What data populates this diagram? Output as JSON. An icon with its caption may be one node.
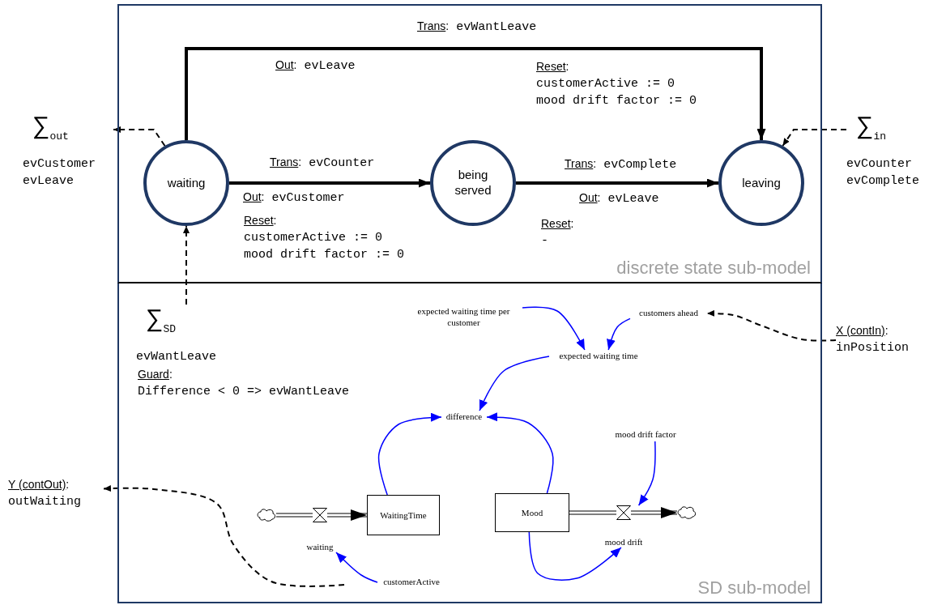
{
  "diagram": {
    "nodes": [
      {
        "text": [
          "discrete state sub-model"
        ]
      },
      {
        "text": [
          "SD sub-model"
        ]
      },
      {
        "text": [
          "waiting"
        ],
        "in": 0
      },
      {
        "text": [
          "being served"
        ],
        "in": 0
      },
      {
        "text": [
          "leaving"
        ],
        "in": 0
      },
      {
        "text": [
          "∑$_{out}$",
          "evCustomer evLeave"
        ]
      },
      {
        "text": [
          "∑$_{in}$",
          "evCounter evComplete"
        ]
      },
      {
        "text": [
          "∑$_{SD}$",
          "evWantLeave"
        ],
        "in": 1
      },
      {
        "text": [
          "expected waiting time per customer"
        ],
        "in": 1
      },
      {
        "text": [
          "customers ahead"
        ],
        "in": 1
      },
      {
        "text": [
          "expected waiting time"
        ],
        "in": 1
      },
      {
        "text": [
          "difference"
        ],
        "in": 1
      },
      {
        "text": [
          "WaitingTime"
        ],
        "in": 1
      },
      {
        "text": [
          "Mood"
        ],
        "in": 1
      },
      {
        "text": [
          "mood drift factor"
        ],
        "in": 1
      },
      {
        "text": [],
        "shape": "cloud",
        "in": 1
      },
      {
        "text": [],
        "shape": "cloud",
        "in": 1
      },
      {
        "text": [
          "waiting"
        ],
        "in": 1
      },
      {
        "text": [
          "mood drift"
        ],
        "in": 1
      },
      {
        "text": [
          "customerActive"
        ],
        "in": 1
      },
      {
        "text": [
          "X (contIn): inPosition"
        ]
      },
      {
        "text": [
          "Y (contOut): outWaiting"
        ]
      }
    ],
    "edges": [
      {
        "from": 2,
        "to": 4,
        "arrow": "to",
        "label": "Trans: evWantLeave",
        "style": "thick"
      },
      {
        "from": 2,
        "to": 3,
        "arrow": "to",
        "label": "Trans: evCounter",
        "style": "thick"
      },
      {
        "from": 3,
        "to": 4,
        "arrow": "to",
        "label": "Trans: evComplete",
        "style": "thick"
      },
      {
        "from": 2,
        "to": 5,
        "arrow": "to",
        "style": "dashed"
      },
      {
        "from": 6,
        "to": 4,
        "arrow": "to",
        "style": "dashed"
      },
      {
        "from": 7,
        "to": 2,
        "arrow": "to",
        "style": "dashed"
      },
      {
        "from": 8,
        "to": 10,
        "arrow": "to",
        "color": "#0000ff"
      },
      {
        "from": 9,
        "to": 10,
        "arrow": "to",
        "color": "#0000ff"
      },
      {
        "from": 10,
        "to": 11,
        "arrow": "to",
        "color": "#0000ff"
      },
      {
        "from": 12,
        "to": 11,
        "arrow": "to",
        "color": "#0000ff"
      },
      {
        "from": 13,
        "to": 11,
        "arrow": "to",
        "color": "#0000ff"
      },
      {
        "from": 14,
        "to": 18,
        "arrow": "to",
        "color": "#0000ff"
      },
      {
        "from": 13,
        "to": 18,
        "arrow": "to",
        "color": "#0000ff"
      },
      {
        "from": 19,
        "to": 17,
        "arrow": "to",
        "color": "#0000ff"
      },
      {
        "from": 15,
        "to": 17,
        "arrow": "none"
      },
      {
        "from": 17,
        "to": 12,
        "arrow": "to"
      },
      {
        "from": 13,
        "to": 18,
        "arrow": "none"
      },
      {
        "from": 18,
        "to": 16,
        "arrow": "to"
      },
      {
        "from": 20,
        "to": 9,
        "arrow": "to",
        "style": "dashed"
      },
      {
        "from": null,
        "to": 21,
        "arrow": "to",
        "style": "dashed"
      }
    ],
    "labels": [
      "Out: evLeave",
      "Reset: customerActive := 0 mood drift factor := 0",
      "Out: evCustomer",
      "Reset: customerActive := 0 mood drift factor := 0",
      "Out: evLeave",
      "Reset: -",
      "Guard: Difference < 0 => evWantLeave"
    ]
  }
}
